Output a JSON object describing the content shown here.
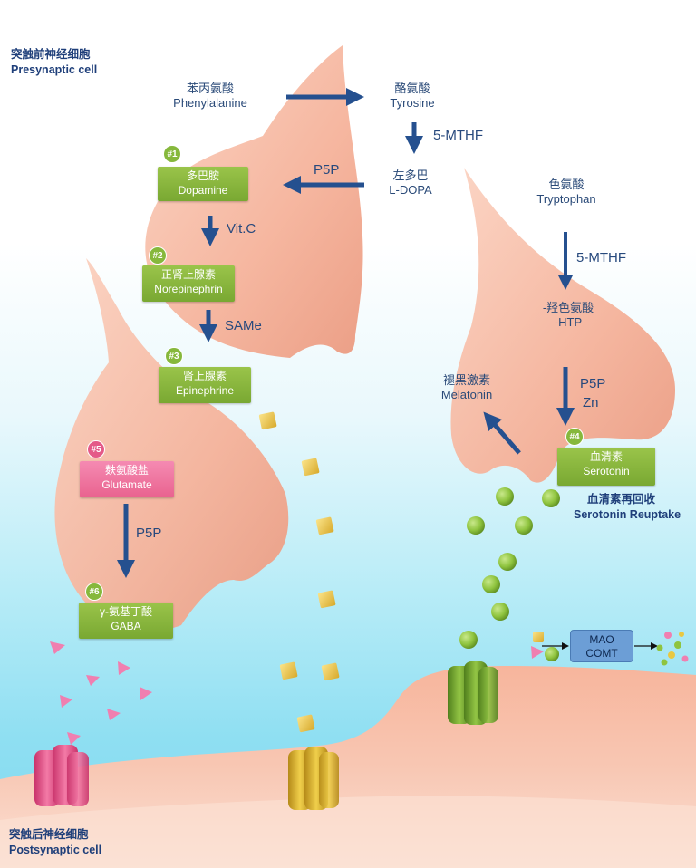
{
  "cells": {
    "presynaptic": {
      "zh": "突触前神经细胞",
      "en": "Presynaptic cell"
    },
    "postsynaptic": {
      "zh": "突触后神经细胞",
      "en": "Postsynaptic cell"
    }
  },
  "molecules": {
    "phenylalanine": {
      "zh": "苯丙氨酸",
      "en": "Phenylalanine"
    },
    "tyrosine": {
      "zh": "酪氨酸",
      "en": "Tyrosine"
    },
    "ldopa": {
      "zh": "左多巴",
      "en": "L-DOPA"
    },
    "tryptophan": {
      "zh": "色氨酸",
      "en": "Tryptophan"
    },
    "htp": {
      "zh": "-羟色氨酸",
      "en": "-HTP"
    },
    "melatonin": {
      "zh": "褪黑激素",
      "en": "Melatonin"
    }
  },
  "cofactors": {
    "mthf_1": "5-MTHF",
    "p5p_1": "P5P",
    "vitc": "Vit.C",
    "same": "SAMe",
    "mthf_2": "5-MTHF",
    "p5p_2": "P5P",
    "zn": "Zn",
    "p5p_3": "P5P"
  },
  "neurotransmitters": [
    {
      "badge": "#1",
      "zh": "多巴胺",
      "en": "Dopamine",
      "color": "#86b83c"
    },
    {
      "badge": "#2",
      "zh": "正肾上腺素",
      "en": "Norepinephrin",
      "color": "#86b83c"
    },
    {
      "badge": "#3",
      "zh": "肾上腺素",
      "en": "Epinephrine",
      "color": "#86b83c"
    },
    {
      "badge": "#4",
      "zh": "血清素",
      "en": "Serotonin",
      "color": "#86b83c"
    },
    {
      "badge": "#5",
      "zh": "麸氨酸盐",
      "en": "Glutamate",
      "color": "#e9638f"
    },
    {
      "badge": "#6",
      "zh": "γ-氨基丁酸",
      "en": "GABA",
      "color": "#86b83c"
    }
  ],
  "reuptake": {
    "zh": "血清素再回收",
    "en": "Serotonin Reuptake"
  },
  "enzyme": {
    "line1": "MAO",
    "line2": "COMT"
  },
  "colors": {
    "arrow": "#25508f",
    "cell": "#f6b9a2",
    "green_box": "#86b83c",
    "pink_box": "#e9638f",
    "ball": "#8fc43f",
    "cube": "#e9c842",
    "triangle": "#f07fb0"
  }
}
